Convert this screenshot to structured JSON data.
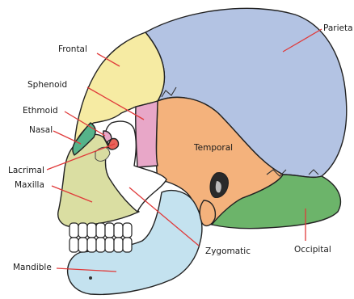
{
  "labels": {
    "frontal": "Frontal",
    "parietal": "Parieta",
    "sphenoid": "Sphenoid",
    "ethmoid": "Ethmoid",
    "nasal": "Nasal",
    "lacrimal": "Lacrimal",
    "maxilla": "Maxilla",
    "temporal": "Temporal",
    "zygomatic": "Zygomatic",
    "occipital": "Occipital",
    "mandible": "Mandible"
  },
  "colors": {
    "frontal": "#f6eba3",
    "parietal": "#b3c3e3",
    "temporal": "#f4b27c",
    "sphenoid": "#e8a7c8",
    "occipital": "#6cb46a",
    "zygomatic": "#ffffff",
    "maxilla": "#dadea2",
    "mandible": "#c4e2ef",
    "nasal": "#55b38a",
    "ethmoid": "#e8a7c8",
    "lacrimal": "#e8645a",
    "leader": "#e03a3a",
    "outline": "#222222"
  }
}
